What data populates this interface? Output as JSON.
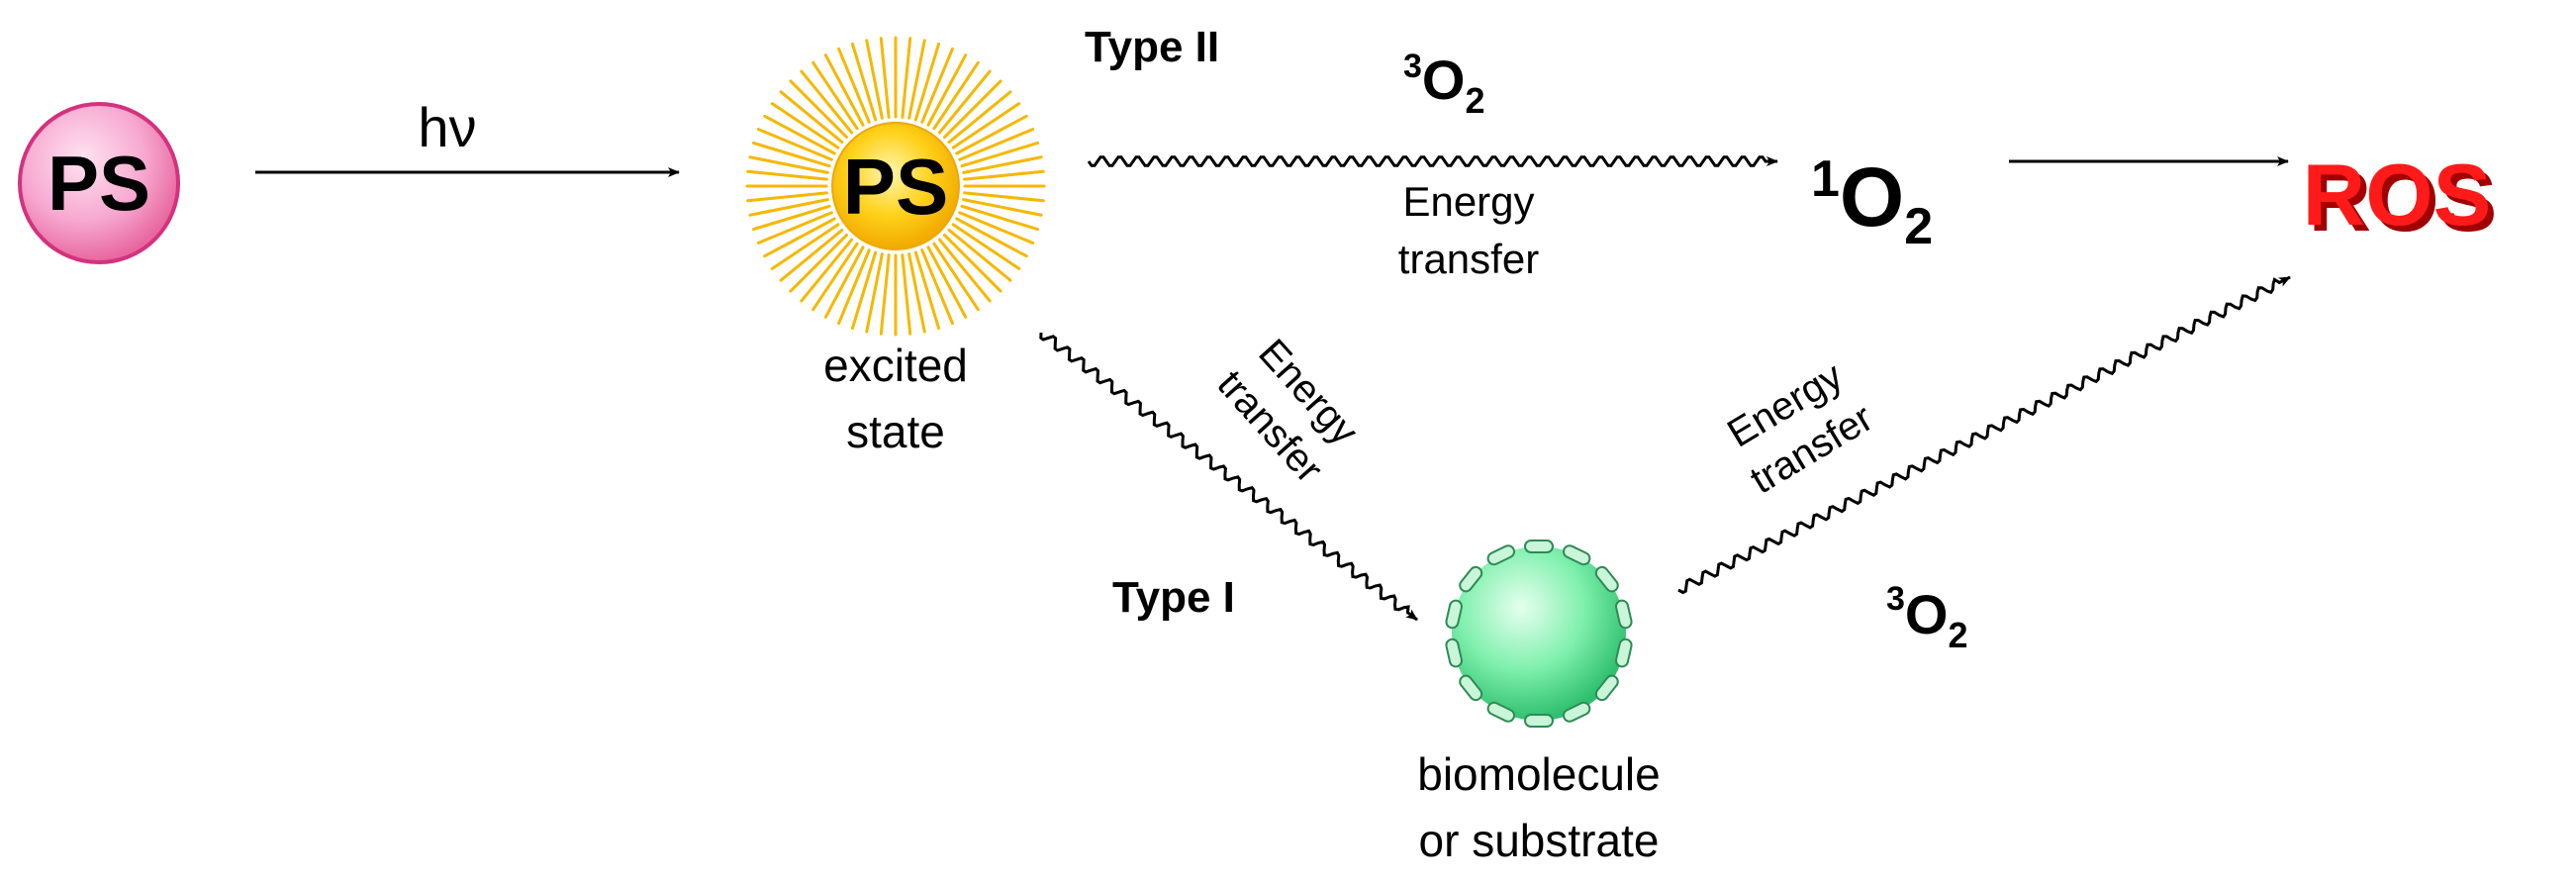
{
  "nodes": {
    "ps_ground": {
      "label": "PS"
    },
    "ps_excited": {
      "label": "PS",
      "caption_line1": "excited",
      "caption_line2": "state"
    },
    "singlet_oxygen": {
      "prefix": "1",
      "base": "O",
      "sub": "2"
    },
    "ros": {
      "label": "ROS"
    },
    "biomolecule": {
      "caption_line1": "biomolecule",
      "caption_line2": "or substrate"
    }
  },
  "arrows": {
    "light": {
      "label": "hν"
    },
    "type2": {
      "type_label": "Type II",
      "reagent_prefix": "3",
      "reagent_base": "O",
      "reagent_sub": "2",
      "label_line1": "Energy",
      "label_line2": "transfer"
    },
    "type1": {
      "type_label": "Type I",
      "label_line1": "Energy",
      "label_line2": "transfer"
    },
    "to_ros": {
      "label_line1": "Energy",
      "label_line2": "transfer",
      "reagent_prefix": "3",
      "reagent_base": "O",
      "reagent_sub": "2"
    }
  },
  "colors": {
    "ps_ground_fill": "#f7a8d0",
    "ps_ground_stroke": "#d4327e",
    "sun_core": "#ffd21a",
    "sun_rays": "#f5b800",
    "ros_red": "#ff1a1a",
    "ros_shadow": "#a00000",
    "biomolecule_fill": "#4ee08c",
    "biomolecule_stroke": "#2f8a55"
  }
}
